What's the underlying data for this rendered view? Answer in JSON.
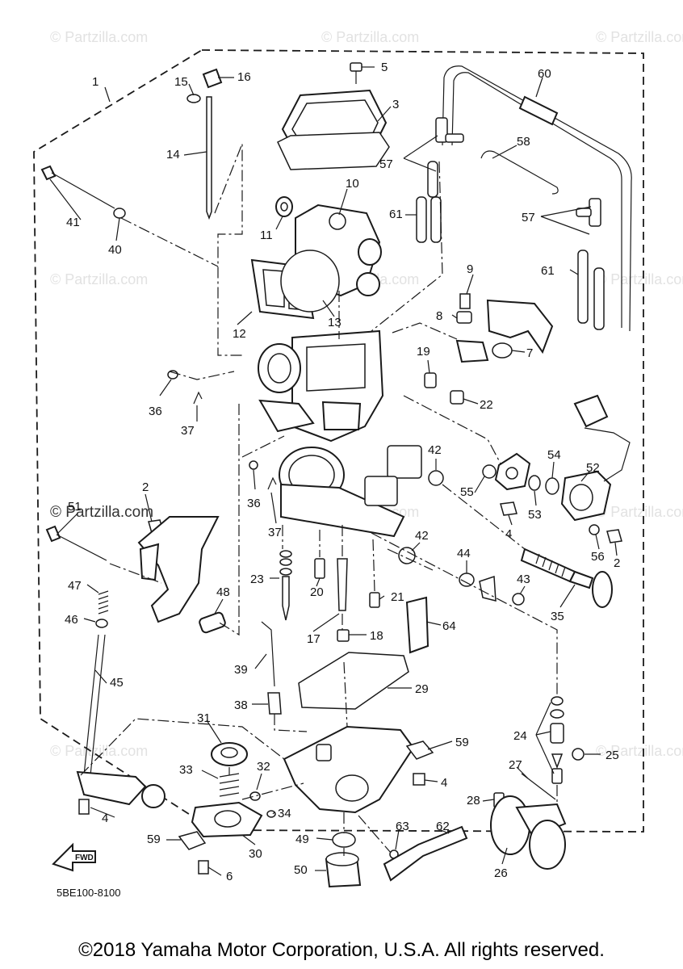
{
  "watermark": "© Partzilla.com",
  "diagram_code": "5BE100-8100",
  "fwd_label": "FWD",
  "copyright": "©2018 Yamaha Motor Corporation, U.S.A. All rights reserved.",
  "callouts": {
    "c1": "1",
    "c2a": "2",
    "c2b": "2",
    "c3": "3",
    "c4a": "4",
    "c4b": "4",
    "c4c": "4",
    "c5": "5",
    "c6": "6",
    "c7": "7",
    "c8": "8",
    "c9": "9",
    "c10": "10",
    "c11": "11",
    "c12": "12",
    "c13": "13",
    "c14": "14",
    "c15": "15",
    "c16": "16",
    "c17": "17",
    "c18": "18",
    "c19": "19",
    "c20": "20",
    "c21": "21",
    "c22": "22",
    "c23": "23",
    "c24": "24",
    "c25": "25",
    "c26": "26",
    "c27": "27",
    "c28": "28",
    "c29": "29",
    "c30": "30",
    "c31": "31",
    "c32": "32",
    "c33": "33",
    "c34": "34",
    "c35": "35",
    "c36a": "36",
    "c36b": "36",
    "c37a": "37",
    "c37b": "37",
    "c38": "38",
    "c39": "39",
    "c40": "40",
    "c41": "41",
    "c42a": "42",
    "c42b": "42",
    "c43": "43",
    "c44": "44",
    "c45": "45",
    "c46": "46",
    "c47": "47",
    "c48": "48",
    "c49": "49",
    "c50": "50",
    "c51": "51",
    "c52": "52",
    "c53": "53",
    "c54": "54",
    "c55": "55",
    "c56": "56",
    "c57a": "57",
    "c57b": "57",
    "c58": "58",
    "c59a": "59",
    "c59b": "59",
    "c60": "60",
    "c61a": "61",
    "c61b": "61",
    "c62": "62",
    "c63": "63",
    "c64": "64"
  }
}
